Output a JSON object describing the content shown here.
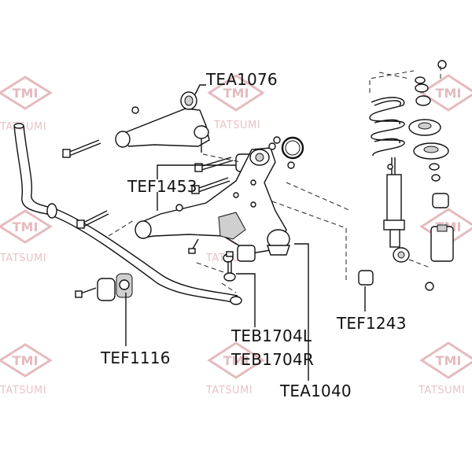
{
  "labels": {
    "upper_arm": "TEA1076",
    "bushing_upper": "TEF1453",
    "stab_bushing": "TEF1116",
    "link_left": "TEB1704L",
    "link_right": "TEB1704R",
    "lower_arm": "TEA1040",
    "shock_bushing": "TEF1243"
  },
  "watermark": {
    "logo": "TMI",
    "brand": "TATSUMI"
  },
  "colors": {
    "line": "#111111",
    "watermark": "#e3b3b7"
  }
}
